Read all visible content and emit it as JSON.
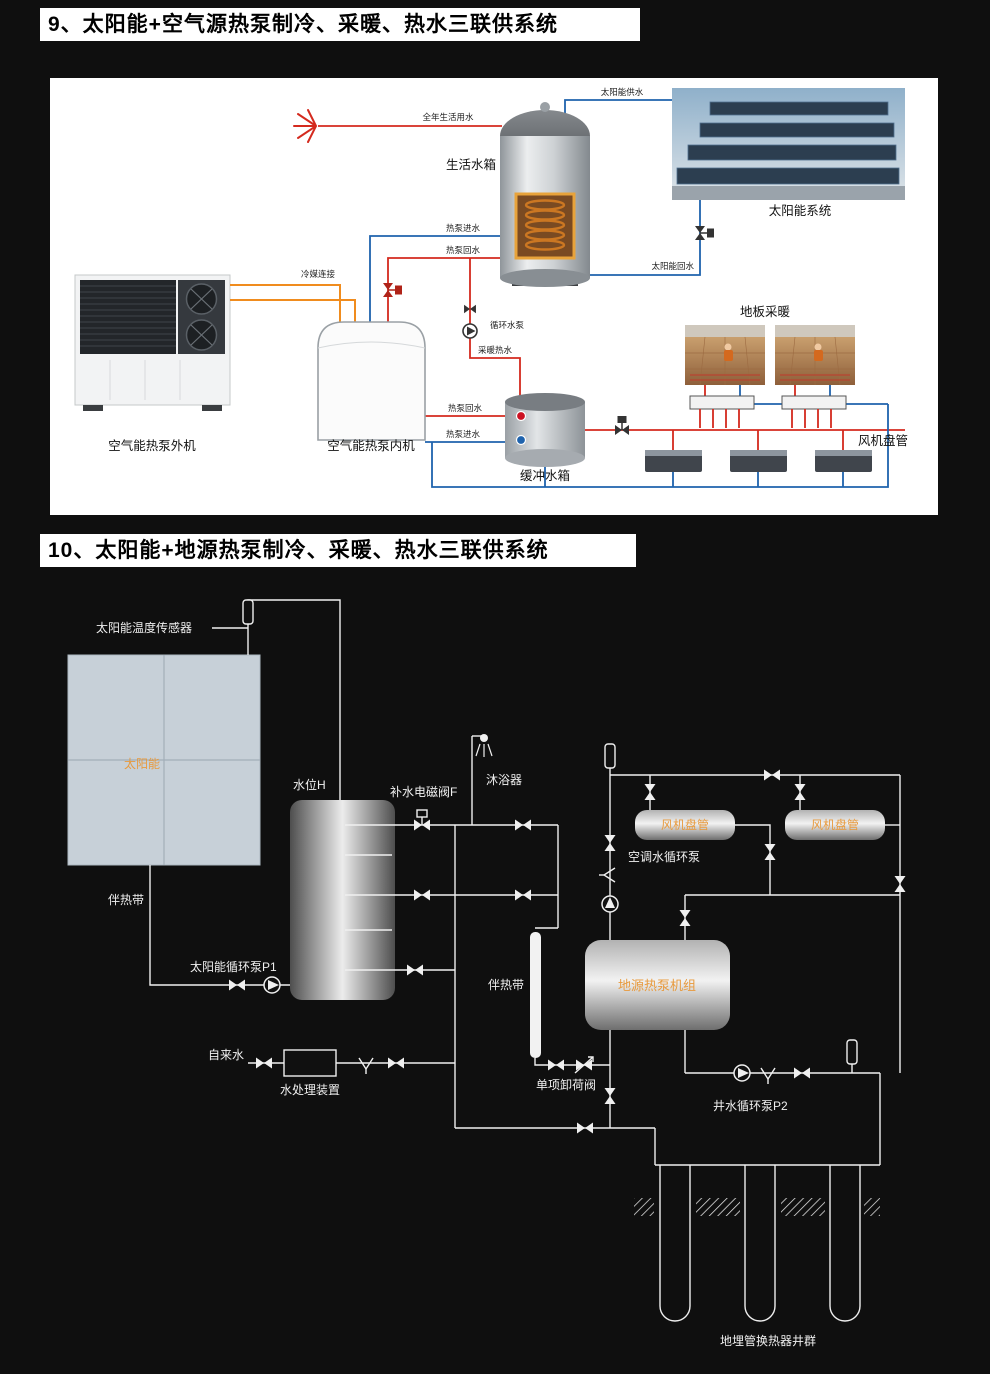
{
  "section9": {
    "title": "9、太阳能+空气源热泵制冷、采暖、热水三联供系统",
    "labels": {
      "annual_domestic_water": "全年生活用水",
      "domestic_tank": "生活水箱",
      "solar_supply": "太阳能供水",
      "solar_system": "太阳能系统",
      "hp_inlet_top": "热泵进水",
      "hp_return_top": "热泵回水",
      "solar_return": "太阳能回水",
      "refrigerant_link": "冷媒连接",
      "circulation_pump": "循环水泵",
      "heating_hot_water": "采暖热水",
      "outdoor_unit": "空气能热泵外机",
      "indoor_unit": "空气能热泵内机",
      "hp_return_bottom": "热泵回水",
      "hp_inlet_bottom": "热泵进水",
      "buffer_tank": "缓冲水箱",
      "floor_heating": "地板采暖",
      "fan_coil": "风机盘管"
    },
    "colors": {
      "hot": "#d42a1e",
      "cold": "#1f63ad",
      "refrigerant": "#f08c1e"
    }
  },
  "section10": {
    "title": "10、太阳能+地源热泵制冷、采暖、热水三联供系统",
    "labels": {
      "solar_temp_sensor": "太阳能温度传感器",
      "solar_collector": "太阳能",
      "heat_trace_left": "伴热带",
      "water_level": "水位H",
      "makeup_solenoid_valve": "补水电磁阀F",
      "shower": "沐浴器",
      "solar_pump_p1": "太阳能循环泵P1",
      "tap_water": "自来水",
      "water_treatment": "水处理装置",
      "heat_trace_mid": "伴热带",
      "relief_valve": "单项卸荷阀",
      "ac_water_pump": "空调水循环泵",
      "fan_coil_1": "风机盘管",
      "fan_coil_2": "风机盘管",
      "gshp_unit": "地源热泵机组",
      "well_pump_p2": "井水循环泵P2",
      "ground_wells": "地埋管换热器井群"
    },
    "accent_text": "#e89a3d"
  }
}
